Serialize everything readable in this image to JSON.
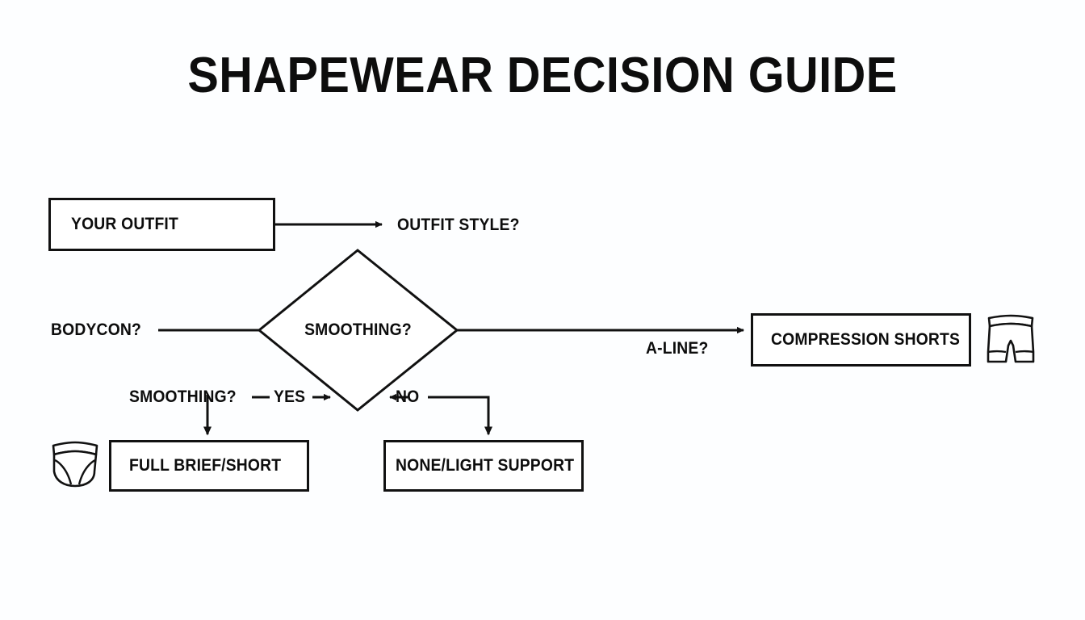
{
  "page": {
    "title": "SHAPEWEAR DECISION GUIDE",
    "background_color": "#fdfeff",
    "line_color": "#111111",
    "text_color": "#0d0d0d"
  },
  "diagram": {
    "type": "flowchart",
    "nodes": [
      {
        "id": "start",
        "shape": "rectangle",
        "label": "YOUR OUTFIT",
        "icon": "dress-icon"
      },
      {
        "id": "decision",
        "shape": "diamond",
        "label": "SMOOTHING?"
      },
      {
        "id": "compression",
        "shape": "rectangle",
        "label": "COMPRESSION SHORTS",
        "icon": "shorts-icon"
      },
      {
        "id": "full_brief",
        "shape": "rectangle",
        "label": "FULL BRIEF/SHORT",
        "icon": "brief-icon"
      },
      {
        "id": "none_light",
        "shape": "rectangle",
        "label": "NONE/LIGHT SUPPORT"
      }
    ],
    "edge_labels": [
      {
        "id": "outfit-style",
        "text": "OUTFIT STYLE?"
      },
      {
        "id": "bodycon",
        "text": "BODYCON?"
      },
      {
        "id": "a-line",
        "text": "A-LINE?"
      },
      {
        "id": "smoothing-lower",
        "text": "SMOOTHING?"
      },
      {
        "id": "yes",
        "text": "YES"
      },
      {
        "id": "no",
        "text": "NO"
      }
    ]
  }
}
